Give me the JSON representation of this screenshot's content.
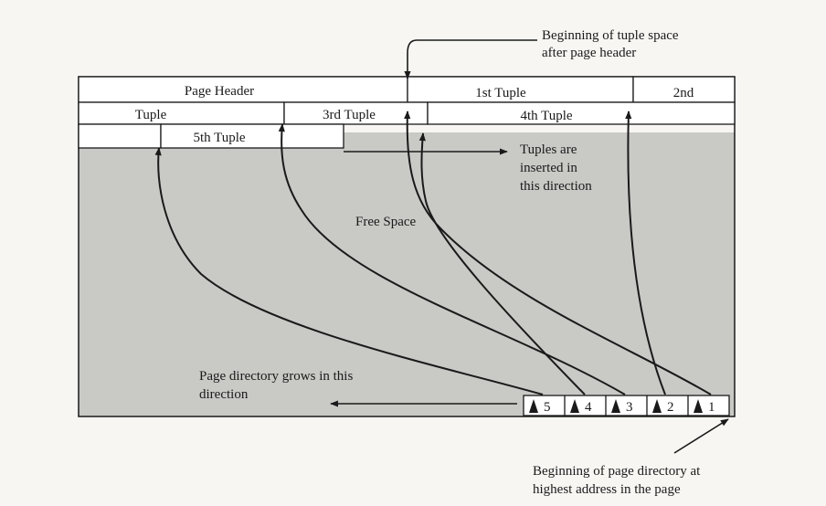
{
  "page": {
    "header_label": "Page Header",
    "free_space_label": "Free Space",
    "tuples": {
      "first": "1st Tuple",
      "second": "2nd",
      "tuple_fragment": "Tuple",
      "third": "3rd Tuple",
      "fourth": "4th Tuple",
      "fifth": "5th Tuple"
    },
    "directory_entries": [
      "5",
      "4",
      "3",
      "2",
      "1"
    ]
  },
  "annotations": {
    "tuple_space_begin": [
      "Beginning of tuple space",
      "after page header"
    ],
    "insert_direction": [
      "Tuples are",
      "inserted in",
      "this direction"
    ],
    "directory_growth": [
      "Page directory grows in this",
      "direction"
    ],
    "directory_begin": [
      "Beginning of page directory at",
      "highest address in the page"
    ]
  },
  "colors": {
    "ink": "#1a1a1a",
    "free_space": "#c9c9c6",
    "cell_fill": "#ffffff",
    "background": "#f7f6f3"
  }
}
